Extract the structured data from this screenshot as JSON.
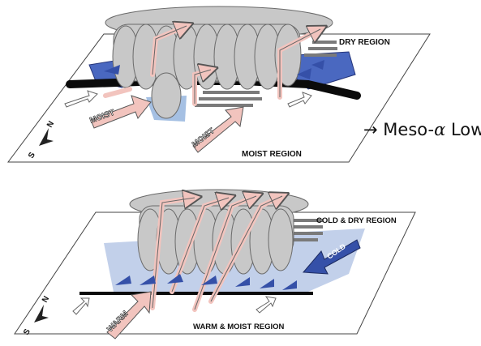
{
  "top_panel": {
    "dry_label": "DRY REGION",
    "moist_label": "MOIST REGION",
    "moist_arrow_1": "MOIST",
    "moist_arrow_2": "MOIST",
    "north_label": "N",
    "south_label": "S"
  },
  "bottom_panel": {
    "cold_dry_label": "COLD & DRY REGION",
    "warm_moist_label": "WARM & MOIST REGION",
    "warm_arrow": "WARM",
    "cold_arrow": "COLD",
    "north_label": "N",
    "south_label": "S"
  },
  "caption": {
    "arrow": "→",
    "prefix": "Meso-",
    "greek": "α",
    "suffix": " Low"
  },
  "colors": {
    "cloud": "#c8c8c8",
    "front_line": "#0b0b0b",
    "updraft": "#f2c4be",
    "cold_air": "#3550a8",
    "cold_pool": "#b7c8e6",
    "rain": "#7a7a7a"
  }
}
